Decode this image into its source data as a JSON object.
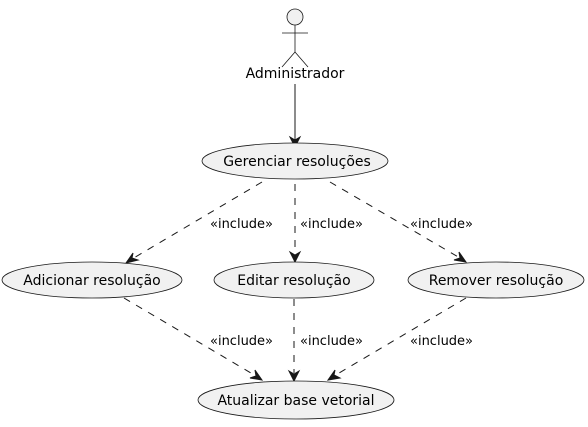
{
  "actor": {
    "name": "Administrador"
  },
  "use_cases": {
    "manage": "Gerenciar resoluções",
    "add": "Adicionar resolução",
    "edit": "Editar resolução",
    "remove": "Remover resolução",
    "update": "Atualizar base vetorial"
  },
  "relations": {
    "manage_add": "«include»",
    "manage_edit": "«include»",
    "manage_remove": "«include»",
    "add_update": "«include»",
    "edit_update": "«include»",
    "remove_update": "«include»"
  },
  "colors": {
    "fill": "#f1f1f1",
    "stroke": "#181818"
  }
}
